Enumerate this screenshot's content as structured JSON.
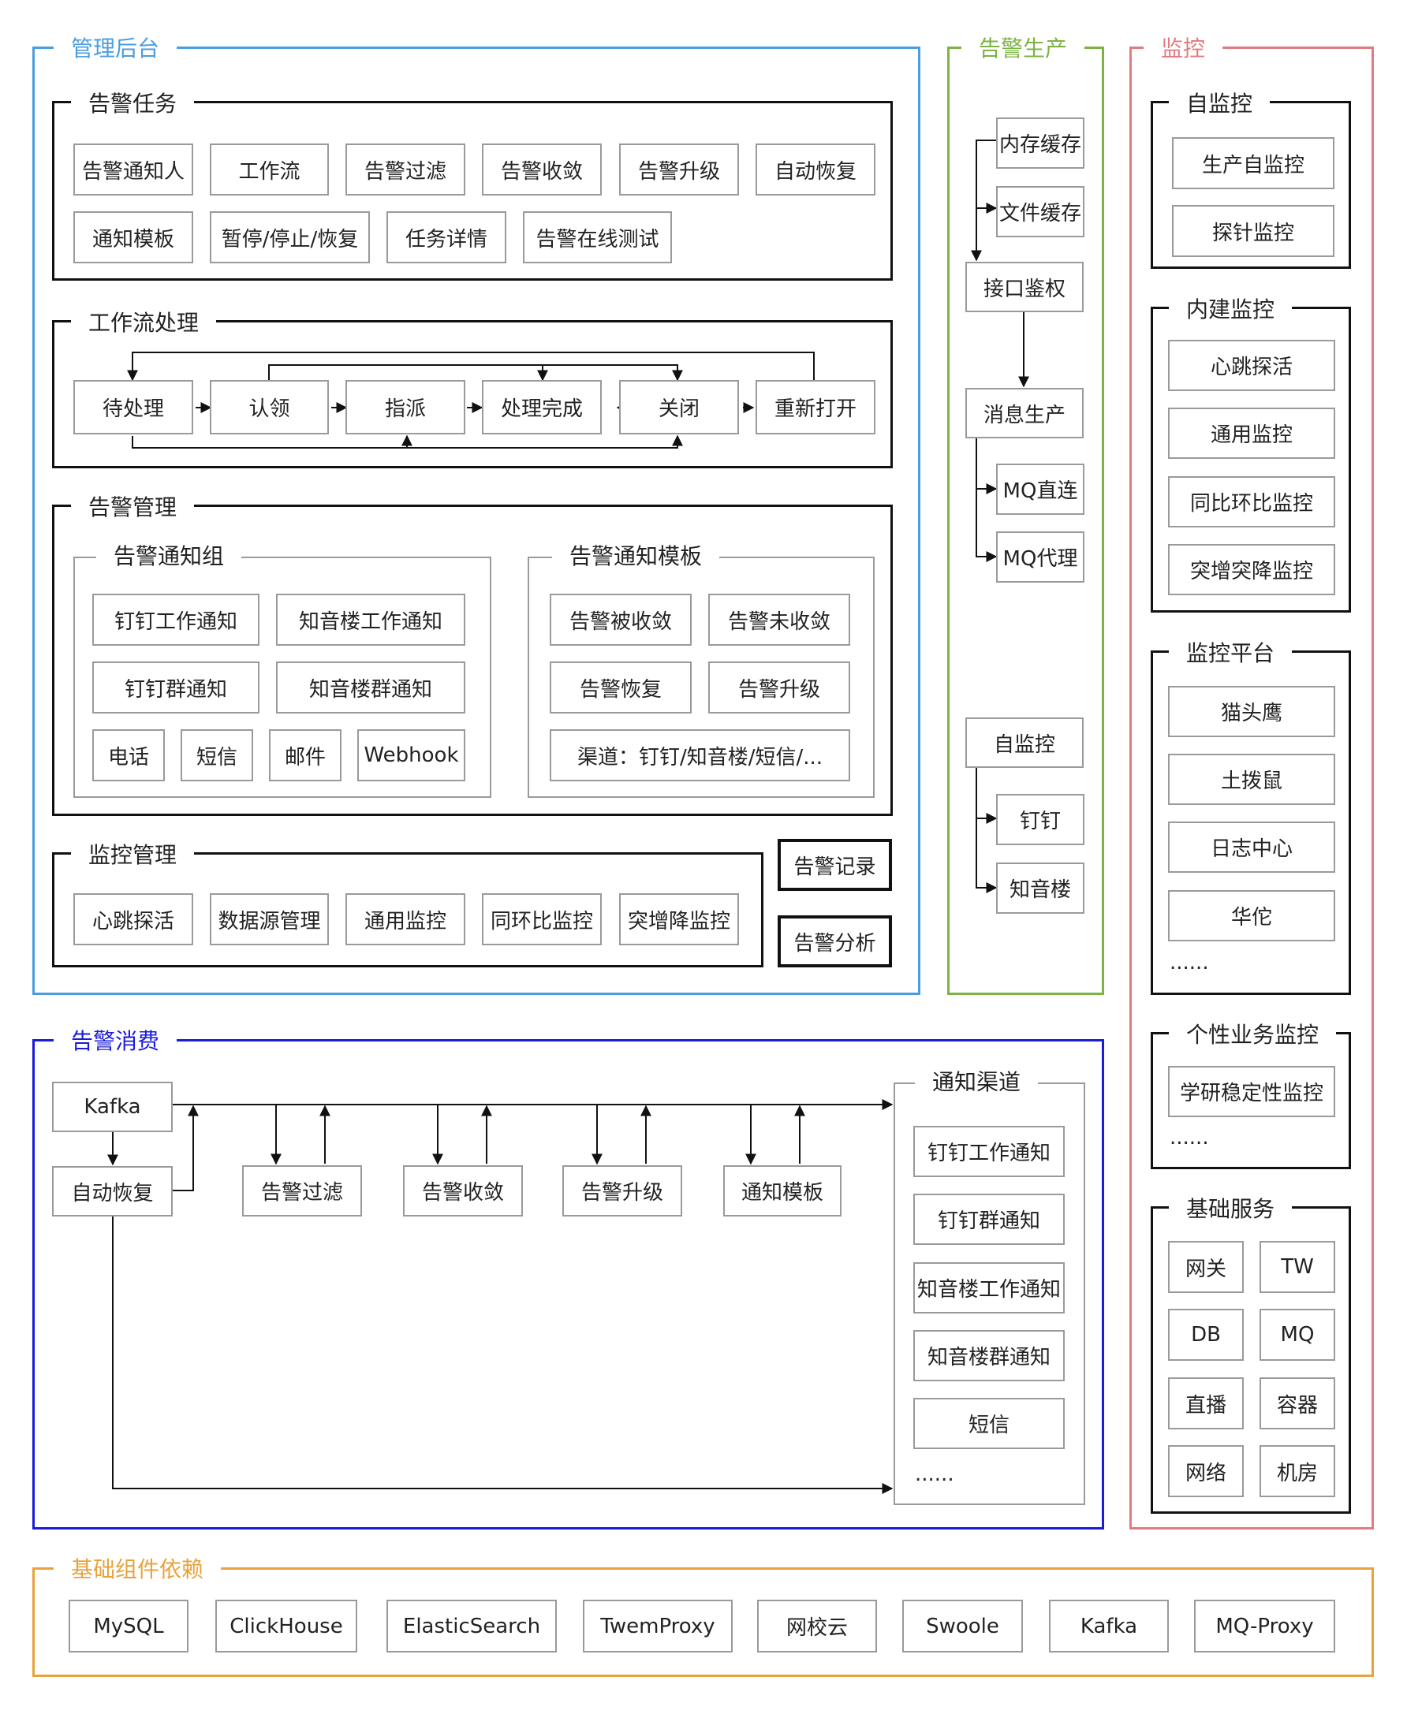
{
  "sections": {
    "admin": "管理后台",
    "alert_tasks": "告警任务",
    "workflow": "工作流处理",
    "alert_mgmt": "告警管理",
    "notify_group": "告警通知组",
    "notify_template": "告警通知模板",
    "monitor_mgmt": "监控管理",
    "production": "告警生产",
    "monitoring": "监控",
    "self_monitor": "自监控",
    "builtin_monitor": "内建监控",
    "monitor_platform": "监控平台",
    "custom_monitor": "个性业务监控",
    "base_services": "基础服务",
    "consumption": "告警消费",
    "notify_channels": "通知渠道",
    "deps": "基础组件依赖"
  },
  "alert_tasks": [
    "告警通知人",
    "工作流",
    "告警过滤",
    "告警收敛",
    "告警升级",
    "自动恢复",
    "通知模板",
    "暂停/停止/恢复",
    "任务详情",
    "告警在线测试"
  ],
  "workflow_states": [
    "待处理",
    "认领",
    "指派",
    "处理完成",
    "关闭",
    "重新打开"
  ],
  "notify_group_items": [
    "钉钉工作通知",
    "知音楼工作通知",
    "钉钉群通知",
    "知音楼群通知",
    "电话",
    "短信",
    "邮件",
    "Webhook"
  ],
  "notify_template_items": [
    "告警被收敛",
    "告警未收敛",
    "告警恢复",
    "告警升级",
    "渠道：钉钉/知音楼/短信/..."
  ],
  "monitor_mgmt_items": [
    "心跳探活",
    "数据源管理",
    "通用监控",
    "同环比监控",
    "突增降监控"
  ],
  "side_buttons": [
    "告警记录",
    "告警分析"
  ],
  "production": {
    "cache": [
      "内存缓存",
      "文件缓存"
    ],
    "auth": "接口鉴权",
    "producer": "消息生产",
    "mq": [
      "MQ直连",
      "MQ代理"
    ],
    "self_monitor": "自监控",
    "channels": [
      "钉钉",
      "知音楼"
    ]
  },
  "monitoring": {
    "self_items": [
      "生产自监控",
      "探针监控"
    ],
    "builtin_items": [
      "心跳探活",
      "通用监控",
      "同比环比监控",
      "突增突降监控"
    ],
    "platform_items": [
      "猫头鹰",
      "土拨鼠",
      "日志中心",
      "华佗"
    ],
    "platform_more": "......",
    "custom_items": [
      "学研稳定性监控"
    ],
    "custom_more": "......",
    "base_items": [
      "网关",
      "TW",
      "DB",
      "MQ",
      "直播",
      "容器",
      "网络",
      "机房"
    ]
  },
  "consumption": {
    "kafka": "Kafka",
    "auto_recover": "自动恢复",
    "stages": [
      "告警过滤",
      "告警收敛",
      "告警升级",
      "通知模板"
    ],
    "channels": [
      "钉钉工作通知",
      "钉钉群通知",
      "知音楼工作通知",
      "知音楼群通知",
      "短信"
    ],
    "channels_more": "......"
  },
  "deps": [
    "MySQL",
    "ClickHouse",
    "ElasticSearch",
    "TwemProxy",
    "网校云",
    "Swoole",
    "Kafka",
    "MQ-Proxy"
  ],
  "colors": {
    "admin": "#4a9ee0",
    "production": "#7cb342",
    "monitoring": "#e07b82",
    "consumption": "#1a1adb",
    "deps": "#e8a33c",
    "box_border": "#9a9a9a",
    "dark": "#111111"
  }
}
